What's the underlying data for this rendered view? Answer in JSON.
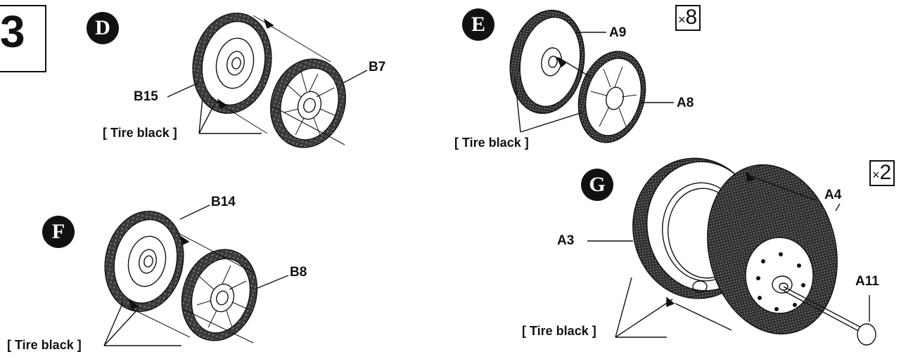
{
  "step": {
    "number": "3"
  },
  "subassemblies": [
    {
      "letter": "D",
      "parts": [
        "B15",
        "B7"
      ],
      "paint": "[ Tire black ]"
    },
    {
      "letter": "E",
      "parts": [
        "A9",
        "A8"
      ],
      "paint": "[ Tire black ]",
      "quantity": {
        "symbol": "×",
        "count": "8"
      }
    },
    {
      "letter": "F",
      "parts": [
        "B14",
        "B8"
      ],
      "paint": "[ Tire black ]"
    },
    {
      "letter": "G",
      "parts": [
        "A4",
        "A3",
        "A11"
      ],
      "paint": "[ Tire black ]",
      "quantity": {
        "symbol": "×",
        "count": "2"
      }
    }
  ]
}
